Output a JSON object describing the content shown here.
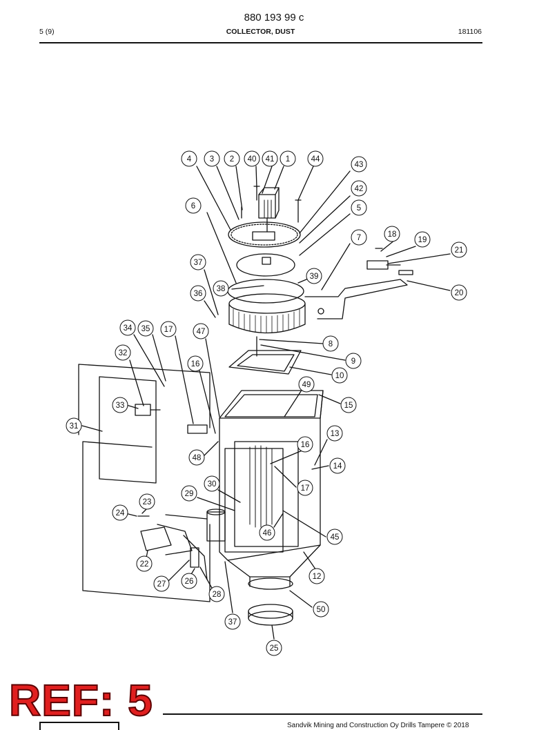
{
  "header": {
    "doc_number": "880 193 99 c",
    "page": "5 (9)",
    "title": "COLLECTOR, DUST",
    "date": "181106"
  },
  "callouts": [
    "4",
    "3",
    "2",
    "40",
    "41",
    "1",
    "44",
    "43",
    "42",
    "5",
    "6",
    "7",
    "18",
    "19",
    "21",
    "37",
    "39",
    "38",
    "20",
    "36",
    "34",
    "35",
    "17",
    "47",
    "8",
    "9",
    "32",
    "16",
    "10",
    "49",
    "15",
    "33",
    "31",
    "13",
    "16",
    "14",
    "48",
    "17",
    "30",
    "29",
    "23",
    "24",
    "46",
    "45",
    "22",
    "12",
    "27",
    "26",
    "28",
    "50",
    "37",
    "25"
  ],
  "stamp": "REF: 5",
  "footer": {
    "copyright": "Sandvik Mining and Construction Oy Drills Tampere © 2018"
  }
}
